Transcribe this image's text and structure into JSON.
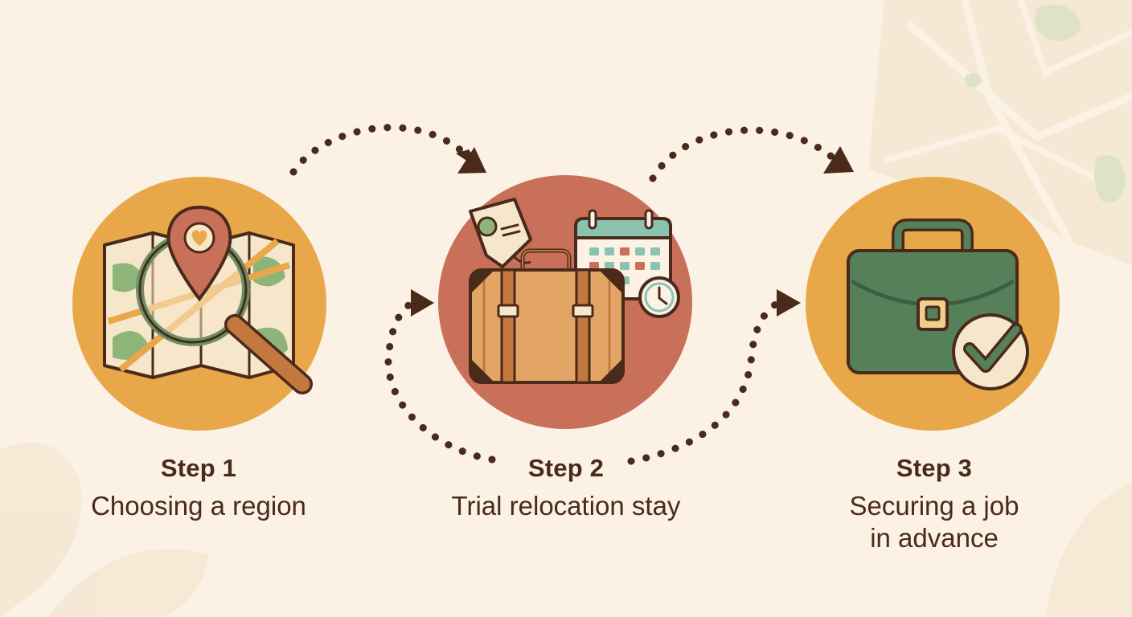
{
  "steps": [
    {
      "title": "Step 1",
      "description": "Choosing a region"
    },
    {
      "title": "Step 2",
      "description": "Trial relocation stay"
    },
    {
      "title": "Step 3",
      "description": "Securing a job\nin advance"
    }
  ],
  "icons": [
    "map-magnifier-icon",
    "suitcase-calendar-icon",
    "briefcase-check-icon"
  ],
  "colors": {
    "background": "#fbf1e4",
    "circle_gold": "#e8a84a",
    "circle_terracotta": "#c9705a",
    "map_green": "#8fb47a",
    "briefcase_green": "#56805a",
    "text_brown": "#4a2a1a",
    "arrow_brown": "#4a2a1a"
  }
}
